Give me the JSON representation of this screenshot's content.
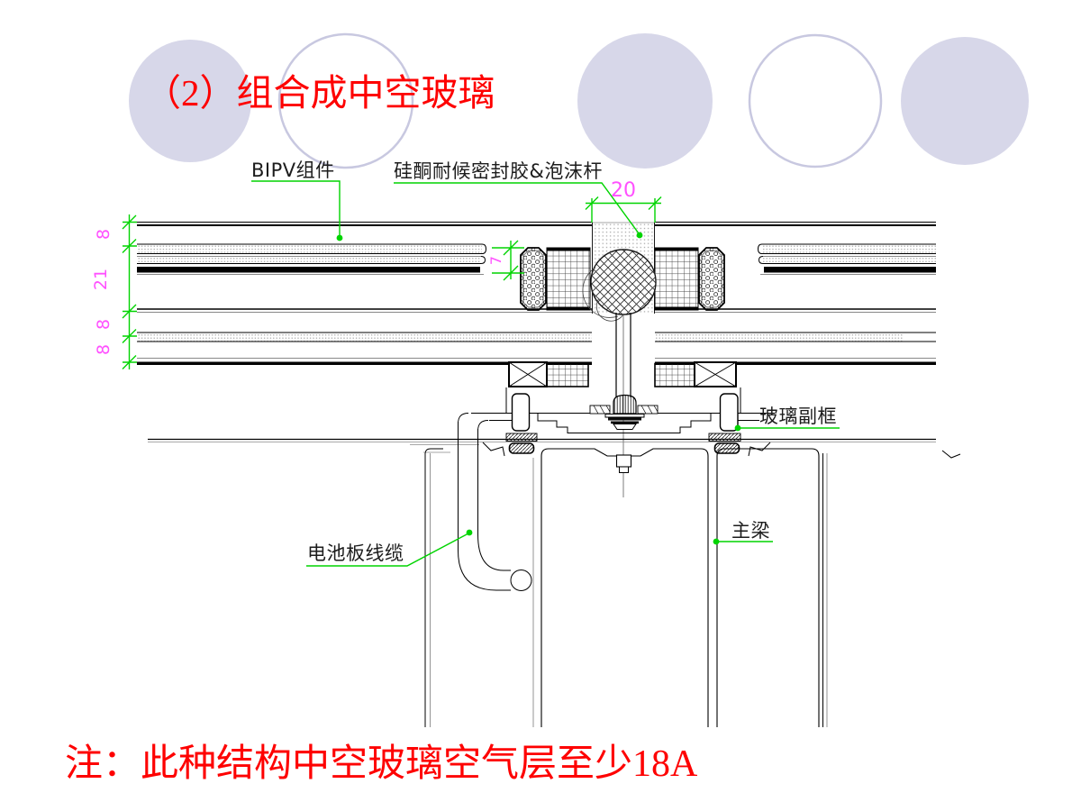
{
  "slide": {
    "title": "（2）组合成中空玻璃",
    "note": "注：此种结构中空玻璃空气层至少18A"
  },
  "drawing": {
    "labels": {
      "bipv": "BIPV组件",
      "sealant": "硅酮耐候密封胶&泡沫杆",
      "subframe": "玻璃副框",
      "cable": "电池板线缆",
      "beam": "主梁"
    },
    "dimensions": {
      "joint_width": "20",
      "pv_thickness": "7",
      "left_chain": [
        "8",
        "21",
        "8",
        "8"
      ]
    }
  },
  "colors": {
    "title_red": "#fe0000",
    "leader_green": "#00d400",
    "dimension_magenta": "#ff50ff",
    "circle_lavender_fill": "#d7d7e9",
    "circle_lavender_stroke": "#c8c8e0",
    "drawing_line": "#000000"
  }
}
